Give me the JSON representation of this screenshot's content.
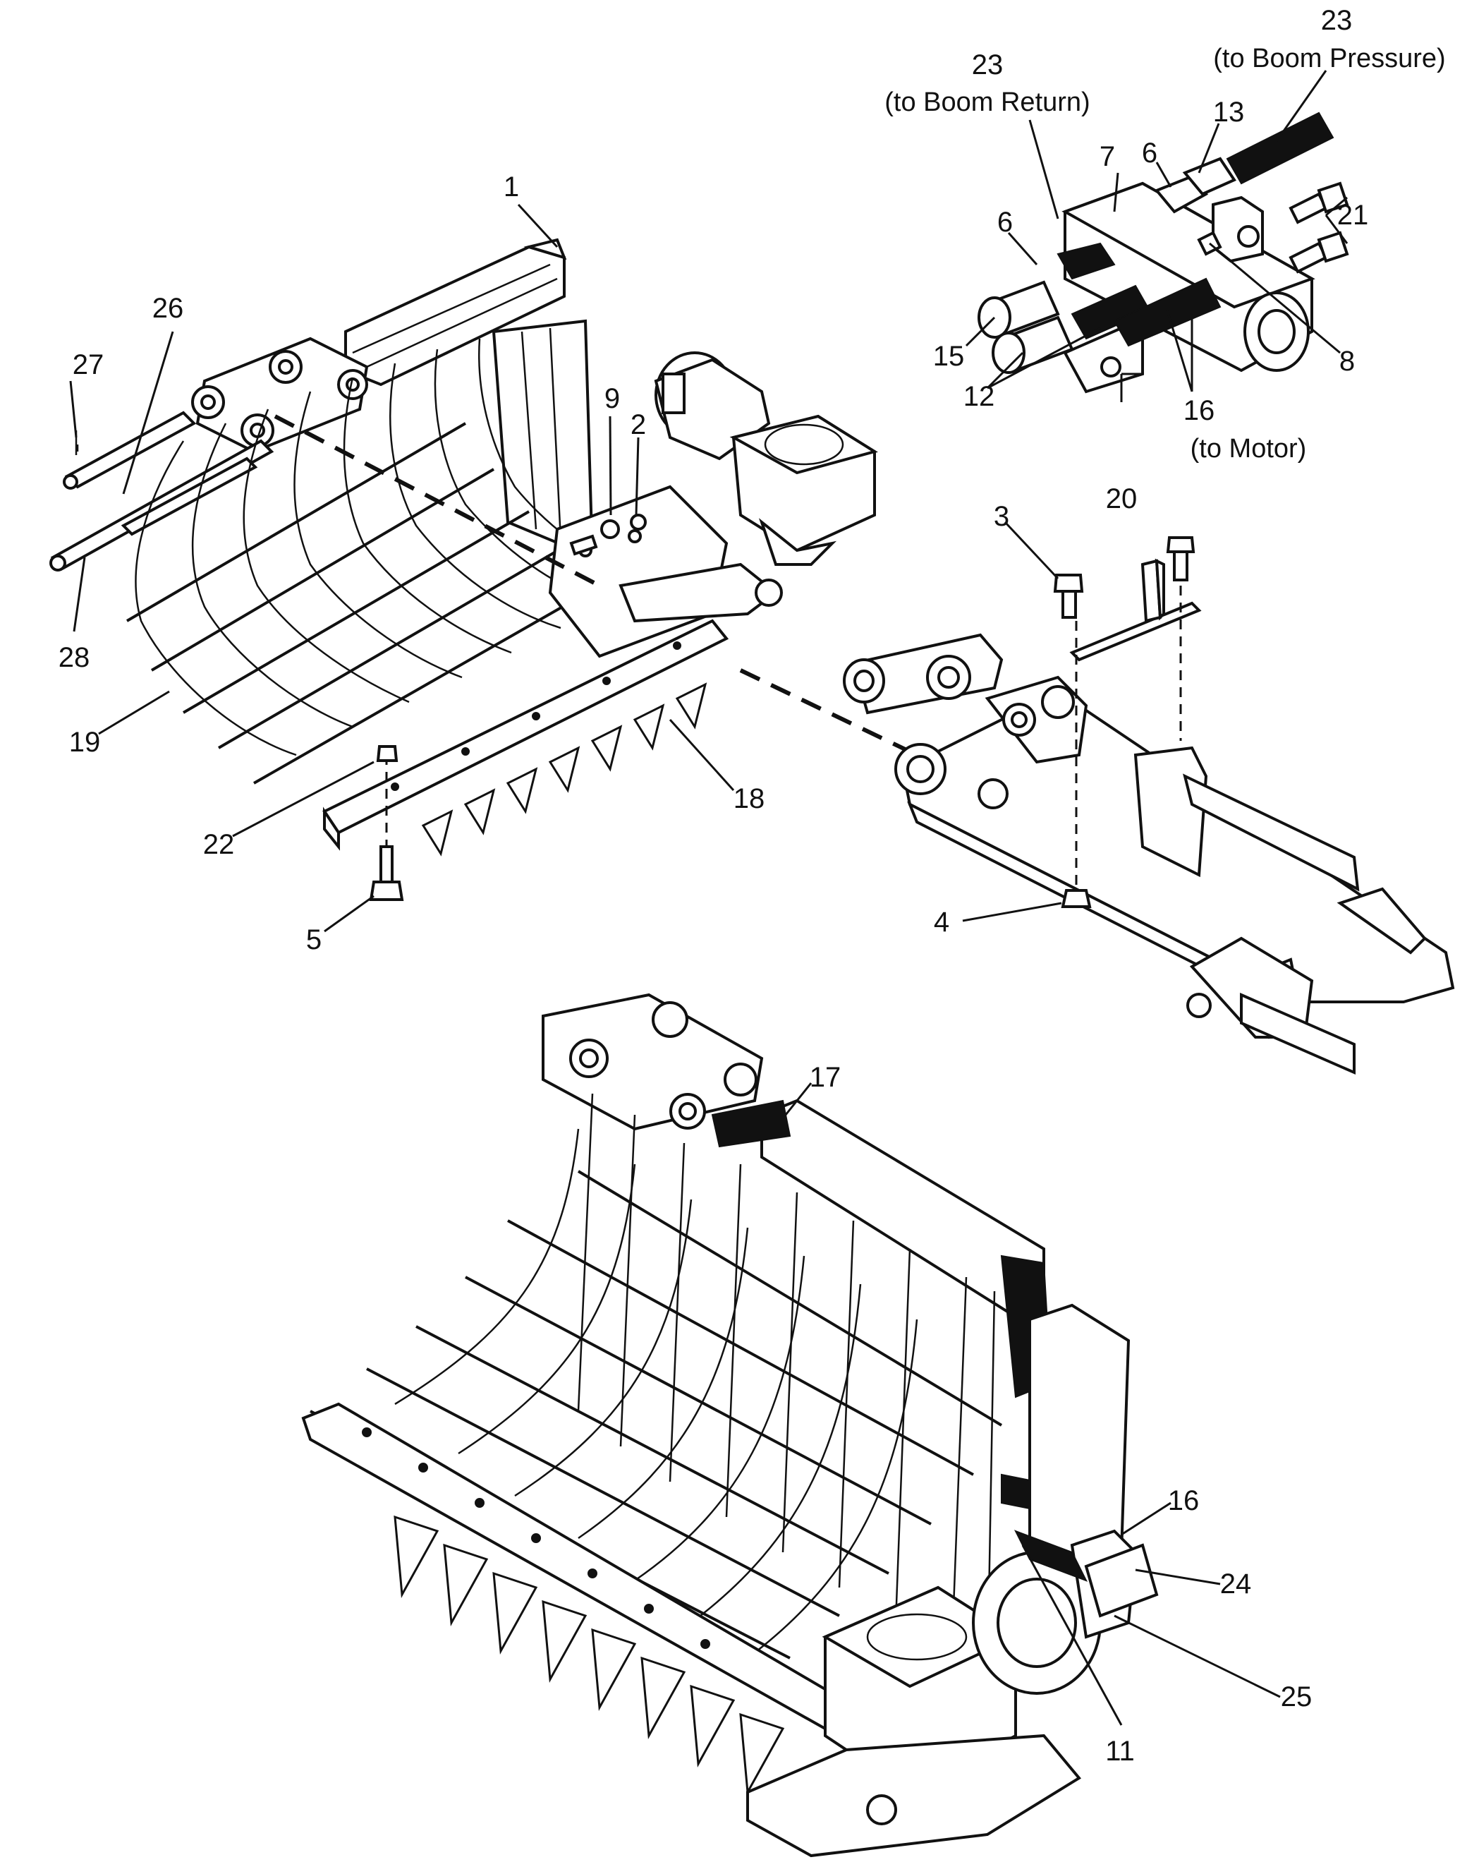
{
  "callouts": {
    "c23_pressure": "23",
    "c23_pressure_note": "(to Boom Pressure)",
    "c23_return": "23",
    "c23_return_note": "(to Boom Return)",
    "c13": "13",
    "c7": "7",
    "c6_upper": "6",
    "c6_lower": "6",
    "c21": "21",
    "c15": "15",
    "c12": "12",
    "c8": "8",
    "c16_upper": "16",
    "c16_upper_note": "(to Motor)",
    "c20": "20",
    "c1": "1",
    "c26": "26",
    "c27": "27",
    "c9": "9",
    "c2": "2",
    "c28": "28",
    "c19": "19",
    "c3": "3",
    "c18": "18",
    "c22": "22",
    "c5": "5",
    "c4": "4",
    "c17": "17",
    "c16_lower": "16",
    "c24": "24",
    "c25": "25",
    "c11": "11"
  }
}
